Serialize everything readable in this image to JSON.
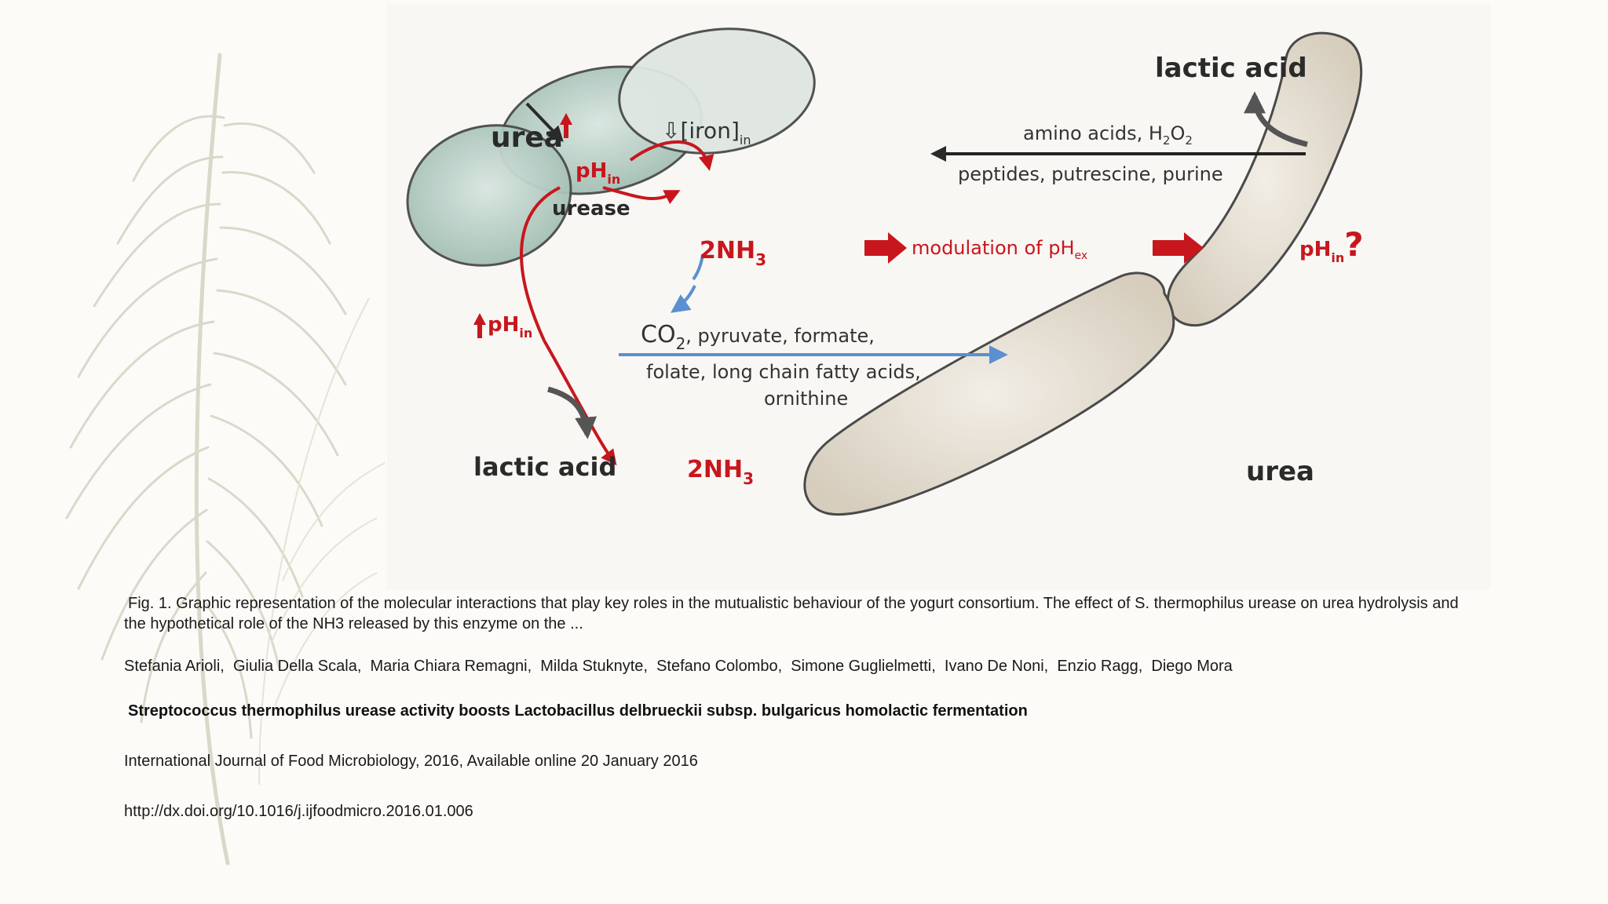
{
  "figure": {
    "labels": {
      "urea_top": "urea",
      "urease": "urease",
      "ph_in_top_base": "pH",
      "ph_in_top_sub": "in",
      "iron_base": "⇩[iron]",
      "iron_sub": "in",
      "lactic_acid_top": "lactic acid",
      "amino_acids_base": "amino acids, H",
      "amino_acids_sub1": "2",
      "amino_acids_mid": "O",
      "amino_acids_sub2": "2",
      "peptides": "peptides, putrescine, purine",
      "nh3_mid_base": "2NH",
      "nh3_mid_sub": "3",
      "modulation_base": "modulation of pH",
      "modulation_sub": "ex",
      "ph_in_right_base": "pH",
      "ph_in_right_sub": "in",
      "question": "?",
      "ph_in_left_base": "pH",
      "ph_in_left_sub": "in",
      "co2_base": "CO",
      "co2_sub": "2",
      "co2_rest": ", pyruvate, formate,",
      "folate": "folate, long chain fatty acids,",
      "ornithine": "ornithine",
      "lactic_acid_bottom": "lactic acid",
      "nh3_bottom_base": "2NH",
      "nh3_bottom_sub": "3",
      "urea_bottom": "urea"
    },
    "colors": {
      "red": "#c8161d",
      "blue": "#5b8fd0",
      "dark": "#2a2a2a",
      "arrow_grey": "#555555",
      "cocci_fill": "#b7cfc6",
      "rod_fill": "#e4ded2"
    }
  },
  "caption": "Fig. 1. Graphic representation of the molecular interactions that play key roles in the mutualistic behaviour of the yogurt consortium. The effect of S. thermophilus urease on urea hydrolysis and the hypothetical role of the NH3 released by this enzyme on the ...",
  "authors": "Stefania Arioli,  Giulia Della Scala,  Maria Chiara Remagni,  Milda Stuknyte,  Stefano Colombo,  Simone Guglielmetti,  Ivano De Noni,  Enzio Ragg,  Diego Mora",
  "title": "Streptococcus thermophilus urease activity boosts Lactobacillus delbrueckii subsp. bulgaricus homolactic fermentation",
  "journal": "International Journal of Food Microbiology, 2016, Available online 20 January 2016",
  "doi": "http://dx.doi.org/10.1016/j.ijfoodmicro.2016.01.006"
}
